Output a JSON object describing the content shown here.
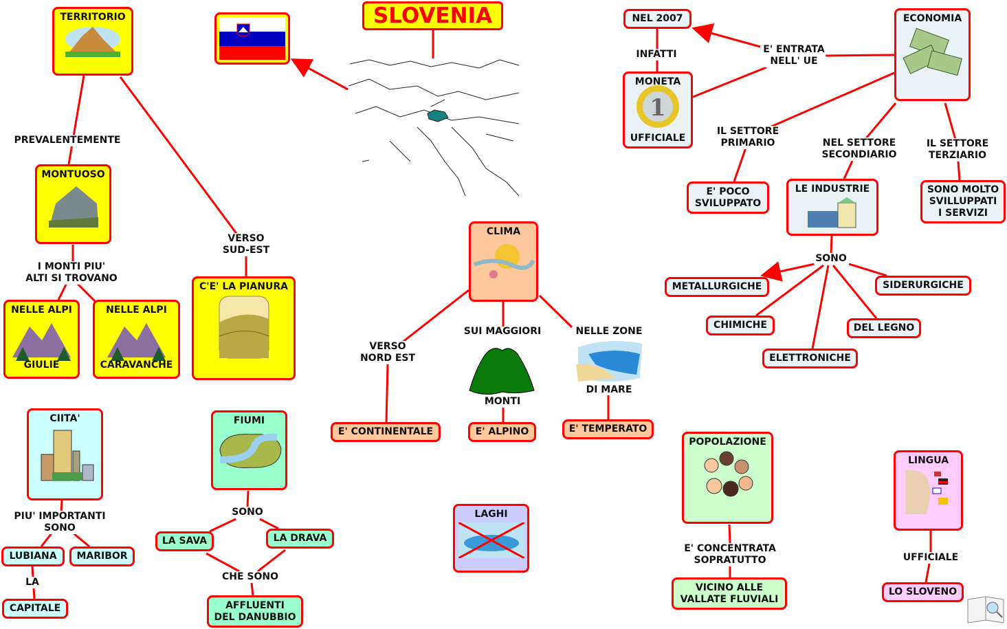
{
  "title": "SLOVENIA",
  "nodes": {
    "territorio": "TERRITORIO",
    "montuoso": "MONTUOSO",
    "alpi1_top": "NELLE ALPI",
    "alpi1_bottom": "GIULIE",
    "alpi2_top": "NELLE ALPI",
    "alpi2_bottom": "CARAVANCHE",
    "pianura": "C'E' LA PIANURA",
    "nel2007": "NEL 2007",
    "moneta_top": "MONETA",
    "moneta_bottom": "UFFICIALE",
    "economia": "ECONOMIA",
    "poco": [
      "E' POCO",
      "SVILUPPATO"
    ],
    "industrie": "LE INDUSTRIE",
    "servizi": [
      "SONO MOLTO",
      "SVILLUPPATI",
      "I SERVIZI"
    ],
    "metallurgiche": "METALLURGICHE",
    "siderurgiche": "SIDERURGICHE",
    "chimiche": "CHIMICHE",
    "legno": "DEL LEGNO",
    "elettroniche": "ELETTRONICHE",
    "clima": "CLIMA",
    "continentale": "E' CONTINENTALE",
    "alpino": "E' ALPINO",
    "temperato": "E' TEMPERATO",
    "citta": "CIITA'",
    "lubiana": "LUBIANA",
    "maribor": "MARIBOR",
    "capitale": "CAPITALE",
    "fiumi": "FIUMI",
    "sava": "LA SAVA",
    "drava": "LA DRAVA",
    "affluenti": [
      "AFFLUENTI",
      "DEL DANUBBIO"
    ],
    "laghi": "LAGHI",
    "popolazione": "POPOLAZIONE",
    "vicino": [
      "VICINO ALLE",
      "VALLATE FLUVIALI"
    ],
    "lingua": "LINGUA",
    "sloveno": "LO SLOVENO"
  },
  "links": {
    "prevalentemente": "PREVALENTEMENTE",
    "monti_alti": [
      "I MONTI PIU'",
      "ALTI SI TROVANO"
    ],
    "verso_sudest": [
      "VERSO",
      "SUD-EST"
    ],
    "infatti": "INFATTI",
    "entrata": [
      "E' ENTRATA",
      "NELL' UE"
    ],
    "primario": [
      "IL SETTORE",
      "PRIMARIO"
    ],
    "secondario": [
      "NEL SETTORE",
      "SECONDIARIO"
    ],
    "terziario": [
      "IL SETTORE",
      "TERZIARIO"
    ],
    "sono_ind": "SONO",
    "verso_nordest": [
      "VERSO",
      "NORD EST"
    ],
    "sui_maggiori": "SUI MAGGIORI",
    "monti": "MONTI",
    "nelle_zone": "NELLE  ZONE",
    "di_mare": "DI MARE",
    "piu_importanti": [
      "PIU' IMPORTANTI",
      "SONO"
    ],
    "la": "LA",
    "sono_fiumi": "SONO",
    "che_sono": "CHE SONO",
    "concentrata": [
      "E' CONCENTRATA",
      "SOPRATUTTO"
    ],
    "ufficiale": "UFFICIALE"
  },
  "colors": {
    "border": "#ff0000",
    "yellow": "#ffff00",
    "gray": "#eaf2f5",
    "orange": "#ffc89c",
    "cyan": "#ccffff",
    "mint": "#99ffcc",
    "lavender": "#ccccff",
    "green": "#ccffcc",
    "pink": "#ffccff"
  }
}
